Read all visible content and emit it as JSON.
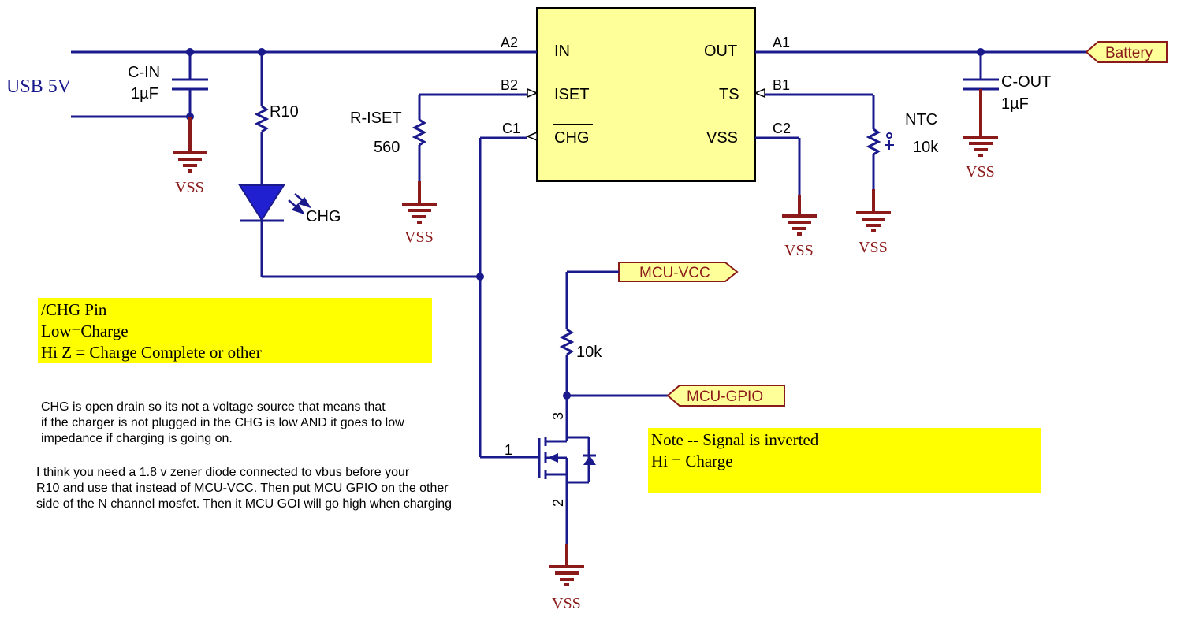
{
  "ic": {
    "pins": {
      "in": "IN",
      "iset": "ISET",
      "chg": "CHG",
      "out": "OUT",
      "ts": "TS",
      "vss": "VSS"
    },
    "pin_numbers": {
      "a2": "A2",
      "b2": "B2",
      "c1": "C1",
      "a1": "A1",
      "b1": "B1",
      "c2": "C2"
    }
  },
  "components": {
    "usb": "USB 5V",
    "cin_name": "C-IN",
    "cin_value": "1µF",
    "r10": "R10",
    "led": "CHG",
    "riset_name": "R-ISET",
    "riset_value": "560",
    "cout_name": "C-OUT",
    "cout_value": "1µF",
    "ntc_name": "NTC",
    "ntc_value": "10k",
    "pullup_value": "10k",
    "fet_gate": "1",
    "fet_drain": "3",
    "fet_source": "2"
  },
  "ground_label": "VSS",
  "ports": {
    "battery": "Battery",
    "mcu_vcc": "MCU-VCC",
    "mcu_gpio": "MCU-GPIO"
  },
  "notes": {
    "chg_pin": [
      "/CHG Pin",
      "Low=Charge",
      "Hi Z = Charge Complete or other"
    ],
    "inverted": [
      "Note -- Signal is inverted",
      "Hi = Charge"
    ]
  },
  "comments": {
    "open_drain": [
      "CHG is open drain so its not a voltage source that means that",
      "if the charger is not plugged in the CHG is low AND it goes to low",
      "impedance if charging is going on."
    ],
    "zener": [
      "I think you need a 1.8 v zener diode connected to vbus before your",
      "R10 and use that instead of MCU-VCC. Then put MCU GPIO on the other",
      "side of the N channel mosfet. Then it MCU GOI will go high when charging"
    ]
  },
  "colors": {
    "wire": "#1a1a8c",
    "ground": "#8b1a1a",
    "ic_fill": "#ffff99",
    "port_fill": "#ffff99",
    "note_fill": "#ffff00"
  }
}
